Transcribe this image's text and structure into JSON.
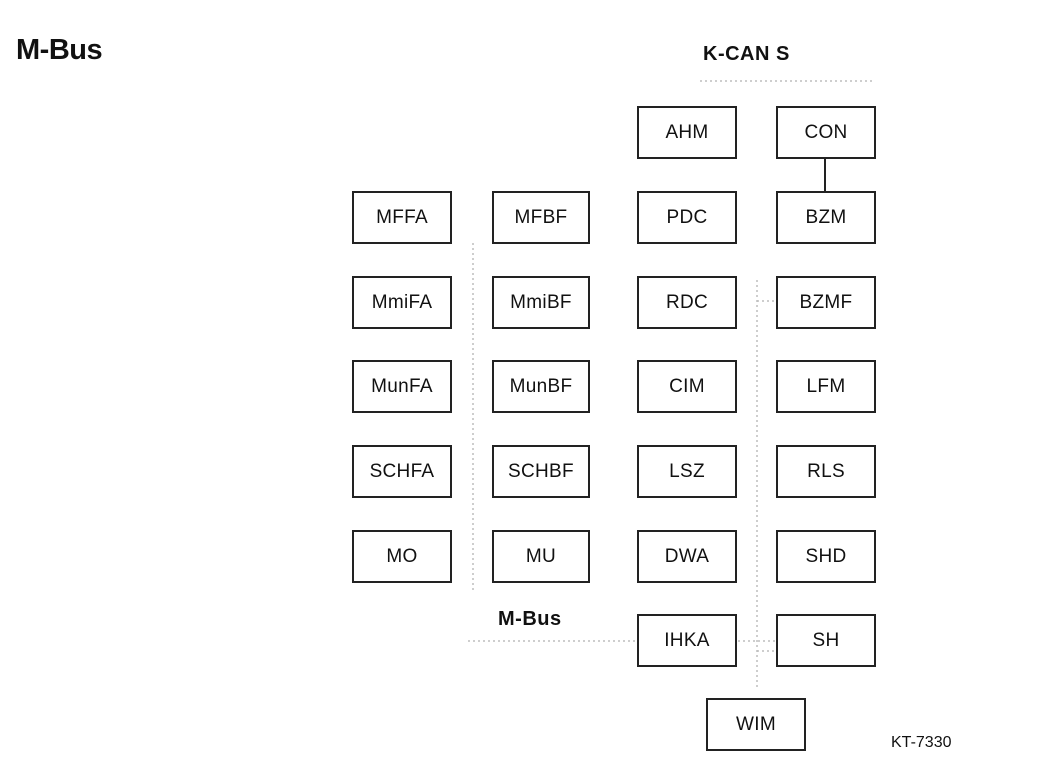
{
  "title": "M-Bus",
  "buses": {
    "kcan": "K-CAN S",
    "mbus": "M-Bus"
  },
  "nodes": {
    "ahm": "AHM",
    "con": "CON",
    "mffa": "MFFA",
    "mfbf": "MFBF",
    "pdc": "PDC",
    "bzm": "BZM",
    "mmifa": "MmiFA",
    "mmibf": "MmiBF",
    "rdc": "RDC",
    "bzmf": "BZMF",
    "munfa": "MunFA",
    "munbf": "MunBF",
    "cim": "CIM",
    "lfm": "LFM",
    "schfa": "SCHFA",
    "schbf": "SCHBF",
    "lsz": "LSZ",
    "rls": "RLS",
    "mo": "MO",
    "mu": "MU",
    "dwa": "DWA",
    "shd": "SHD",
    "ihka": "IHKA",
    "sh": "SH",
    "wim": "WIM"
  },
  "figure_code": "KT-7330"
}
